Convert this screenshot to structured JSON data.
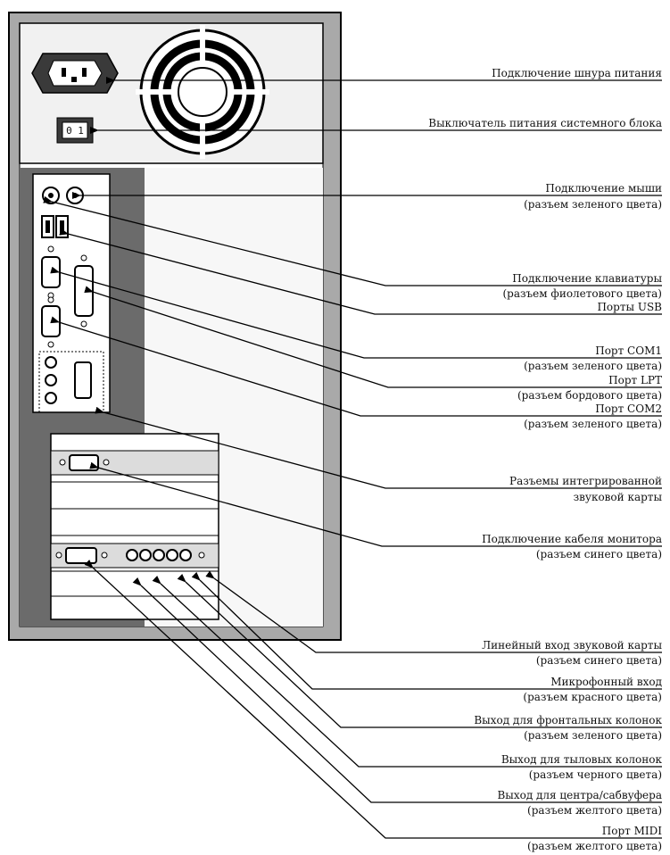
{
  "power_switch_text": "0 1",
  "labels": [
    {
      "id": "power-cord",
      "main": "Подключение шнура питания",
      "sub": ""
    },
    {
      "id": "power-switch",
      "main": "Выключатель питания системного блока",
      "sub": ""
    },
    {
      "id": "mouse",
      "main": "Подключение мыши",
      "sub": "(разъем зеленого цвета)"
    },
    {
      "id": "keyboard",
      "main": "Подключение клавиатуры",
      "sub": "(разъем фиолетового цвета)"
    },
    {
      "id": "usb",
      "main": "Порты USB",
      "sub": ""
    },
    {
      "id": "com1",
      "main": "Порт COM1",
      "sub": "(разъем зеленого цвета)"
    },
    {
      "id": "lpt",
      "main": "Порт LPT",
      "sub": "(разъем бордового цвета)"
    },
    {
      "id": "com2",
      "main": "Порт COM2",
      "sub": "(разъем зеленого цвета)"
    },
    {
      "id": "onboard-sound",
      "main": "Разъемы интегрированной",
      "sub": "звуковой карты"
    },
    {
      "id": "monitor",
      "main": "Подключение кабеля монитора",
      "sub": "(разъем синего цвета)"
    },
    {
      "id": "line-in",
      "main": "Линейный вход звуковой карты",
      "sub": "(разъем синего цвета)"
    },
    {
      "id": "mic-in",
      "main": "Микрофонный вход",
      "sub": "(разъем красного цвета)"
    },
    {
      "id": "front-out",
      "main": "Выход для фронтальных колонок",
      "sub": "(разъем зеленого цвета)"
    },
    {
      "id": "rear-out",
      "main": "Выход для тыловых колонок",
      "sub": "(разъем черного цвета)"
    },
    {
      "id": "center-sub-out",
      "main": "Выход для центра/сабвуфера",
      "sub": "(разъем желтого цвета)"
    },
    {
      "id": "midi",
      "main": "Порт MIDI",
      "sub": "(разъем желтого цвета)"
    }
  ]
}
